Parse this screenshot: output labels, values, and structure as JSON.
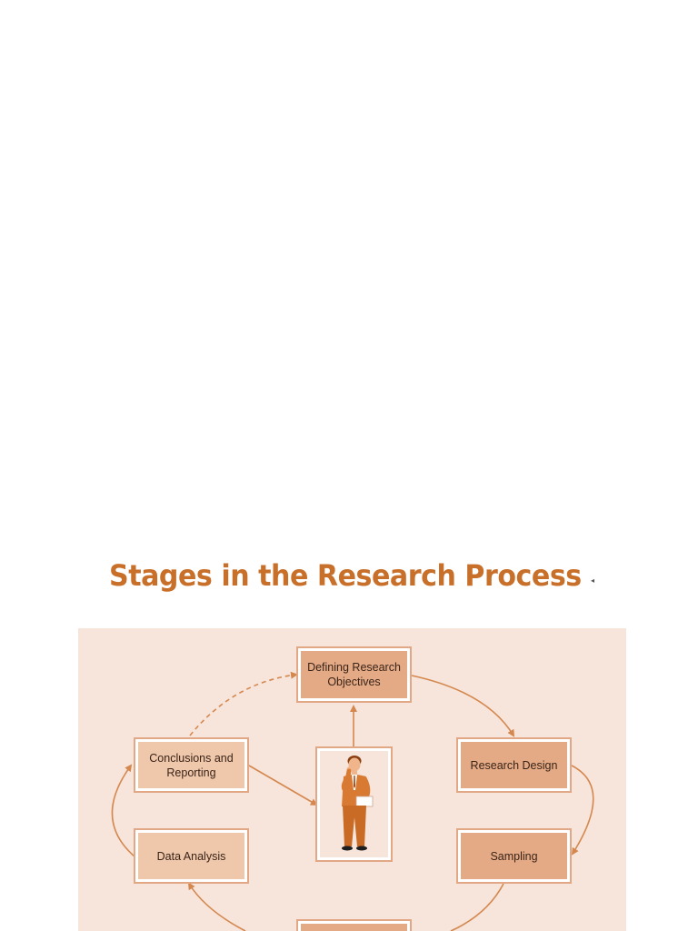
{
  "title": "Stages in the Research Process",
  "colors": {
    "title": "#c8702a",
    "panel_background": "#f7e4da",
    "box_fill_light": "#efc7ab",
    "box_fill_dark": "#e4aa86",
    "box_border": "#e2a885",
    "arrow": "#d4884f"
  },
  "stages": {
    "defining": "Defining Research\nObjectives",
    "design": "Research Design",
    "sampling": "Sampling",
    "analysis": "Data Analysis",
    "conclusions": "Conclusions and\nReporting"
  },
  "center_figure": "researcher-figure-icon"
}
